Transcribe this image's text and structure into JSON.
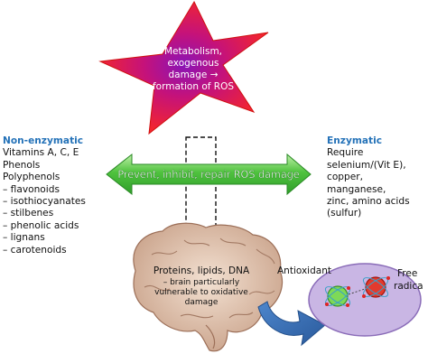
{
  "star": {
    "lines": [
      "Metabolism,",
      "exogenous",
      "damage →",
      "formation of ROS"
    ]
  },
  "arrow": {
    "label": "Prevent, inhibit, repair ROS damage"
  },
  "non_enzymatic": {
    "title": "Non-enzymatic",
    "items": [
      "Vitamins A, C, E",
      "Phenols",
      "Polyphenols",
      "– flavonoids",
      "– isothiocyanates",
      "– stilbenes",
      "– phenolic acids",
      "– lignans",
      "– carotenoids"
    ]
  },
  "enzymatic": {
    "title": "Enzymatic",
    "items": [
      "Require",
      "selenium/(Vit E),",
      "copper,",
      "manganese,",
      "zinc, amino acids",
      "(sulfur)"
    ]
  },
  "brain": {
    "title": "Proteins, lipids, DNA",
    "lines": [
      "– brain particularly",
      "vulnerable to oxidative",
      "damage"
    ]
  },
  "cell": {
    "antioxidant_label": "Antioxidant",
    "free_radical_label": "Free radical"
  },
  "colors": {
    "star_outer": "#ff1f1f",
    "star_inner": "#a0149e",
    "arrow_green": "#3cb83c",
    "heading_blue": "#2472b8",
    "cell_fill": "#c9b6e4",
    "curved_arrow": "#3a72b8"
  }
}
